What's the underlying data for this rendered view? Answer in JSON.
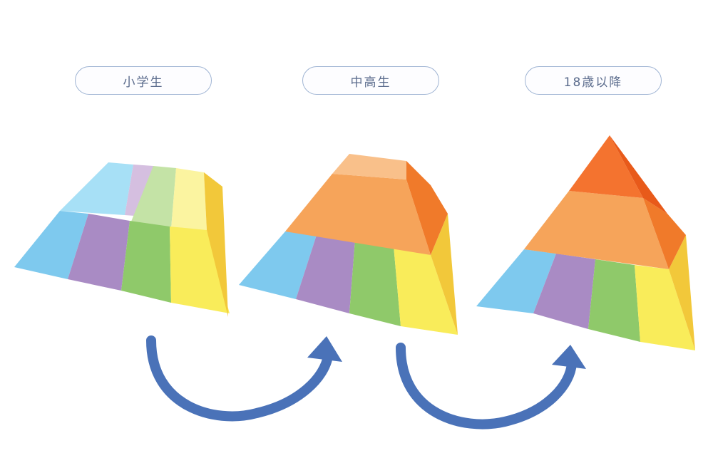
{
  "stages": [
    {
      "label": "小学生",
      "layers": [
        "base"
      ]
    },
    {
      "label": "中高生",
      "layers": [
        "base",
        "middle"
      ]
    },
    {
      "label": "18歳以降",
      "layers": [
        "base",
        "middle",
        "top"
      ]
    }
  ],
  "colors": {
    "blue": "#7ec9ee",
    "purple": "#a98bc4",
    "green": "#8fc96a",
    "yellow": "#f9ec5a",
    "yellow_side": "#f2c83a",
    "orange": "#f6a45a",
    "orange_dark": "#f07a2a",
    "red_orange": "#f4732f",
    "arrow": "#4a72b8",
    "label_border": "#9fb4d3"
  }
}
